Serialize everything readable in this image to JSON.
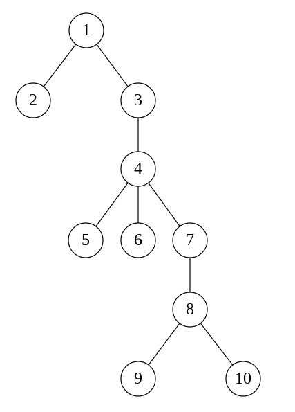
{
  "tree": {
    "nodes": [
      {
        "id": "1",
        "label": "1"
      },
      {
        "id": "2",
        "label": "2"
      },
      {
        "id": "3",
        "label": "3"
      },
      {
        "id": "4",
        "label": "4"
      },
      {
        "id": "5",
        "label": "5"
      },
      {
        "id": "6",
        "label": "6"
      },
      {
        "id": "7",
        "label": "7"
      },
      {
        "id": "8",
        "label": "8"
      },
      {
        "id": "9",
        "label": "9"
      },
      {
        "id": "10",
        "label": "10"
      }
    ],
    "edges": [
      [
        "1",
        "2"
      ],
      [
        "1",
        "3"
      ],
      [
        "3",
        "4"
      ],
      [
        "4",
        "5"
      ],
      [
        "4",
        "6"
      ],
      [
        "4",
        "7"
      ],
      [
        "7",
        "8"
      ],
      [
        "8",
        "9"
      ],
      [
        "8",
        "10"
      ]
    ]
  }
}
